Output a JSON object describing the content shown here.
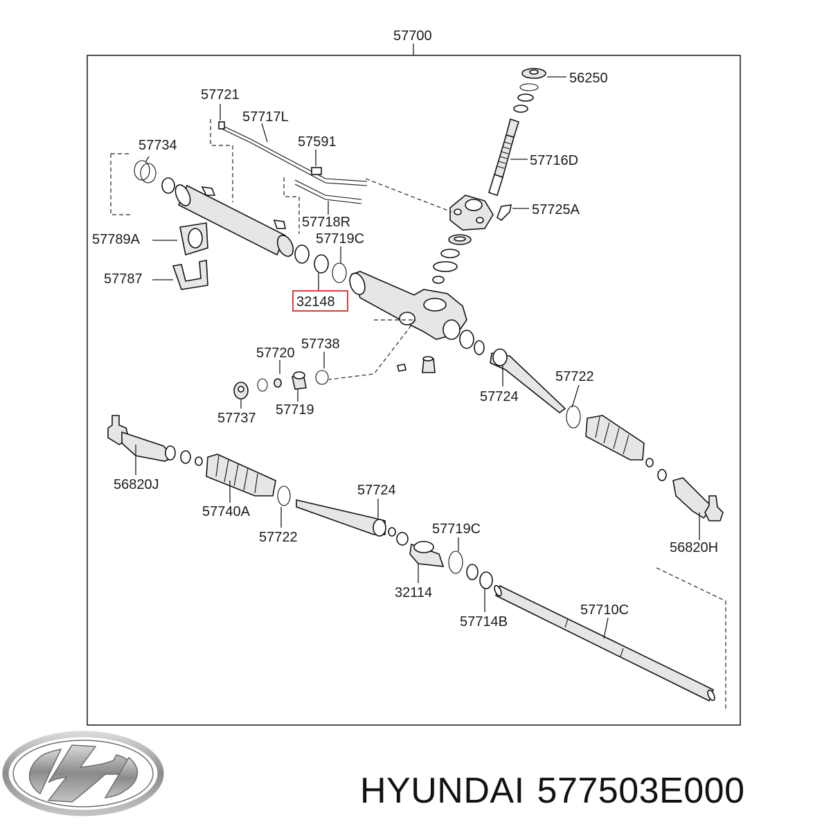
{
  "diagram": {
    "assembly_number": "57700",
    "highlighted_part": "32148",
    "parts": {
      "p56250": "56250",
      "p57721": "57721",
      "p57717L": "57717L",
      "p57734": "57734",
      "p57591": "57591",
      "p57716D": "57716D",
      "p57725A": "57725A",
      "p57718R": "57718R",
      "p57789A": "57789A",
      "p57719C_top": "57719C",
      "p57787": "57787",
      "p57720": "57720",
      "p57738": "57738",
      "p57722_right": "57722",
      "p57724_right": "57724",
      "p57737": "57737",
      "p57719": "57719",
      "p56820J": "56820J",
      "p57724_bottom": "57724",
      "p57740A": "57740A",
      "p57719C_bottom": "57719C",
      "p57722_left": "57722",
      "p56820H": "56820H",
      "p32114": "32114",
      "p57710C": "57710C",
      "p57714B": "57714B"
    }
  },
  "footer": {
    "brand": "HYUNDAI",
    "part_number": "577503E000",
    "logo": "hyundai-logo"
  }
}
